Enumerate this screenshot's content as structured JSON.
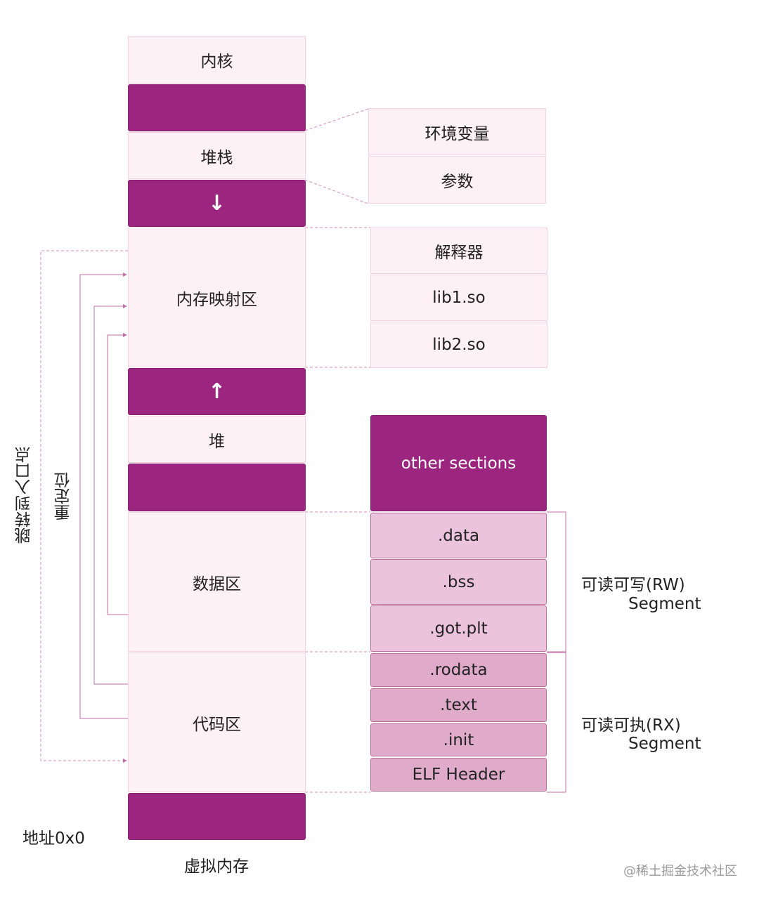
{
  "colors": {
    "dark_block": "#9c2580",
    "light_block": "#fdf1f6",
    "rw_section": "#ecc3dc",
    "rx_section": "#e0abcb",
    "connector": "#c06fa7"
  },
  "virtual_memory": {
    "title": "虚拟内存",
    "kernel": "内核",
    "stack": "堆栈",
    "stack_arrow_icon": "arrow-down-icon",
    "mmap": "内存映射区",
    "heap_arrow_icon": "arrow-up-icon",
    "heap": "堆",
    "data": "数据区",
    "code": "代码区",
    "address_label": "地址0x0"
  },
  "stack_detail": [
    "环境变量",
    "参数"
  ],
  "mmap_detail": [
    "解释器",
    "lib1.so",
    "lib2.so"
  ],
  "elf": {
    "other_sections": "other sections",
    "rw_sections": [
      ".data",
      ".bss",
      ".got.plt"
    ],
    "rx_sections": [
      ".rodata",
      ".text",
      ".init",
      "ELF Header"
    ],
    "rw_segment": {
      "line1": "可读可写(RW)",
      "line2": "Segment"
    },
    "rx_segment": {
      "line1": "可读可执(RX)",
      "line2": "Segment"
    }
  },
  "side_labels": {
    "jump_entry": "跳转到入口点",
    "relocation": "重定位"
  },
  "watermark": "@稀土掘金技术社区"
}
